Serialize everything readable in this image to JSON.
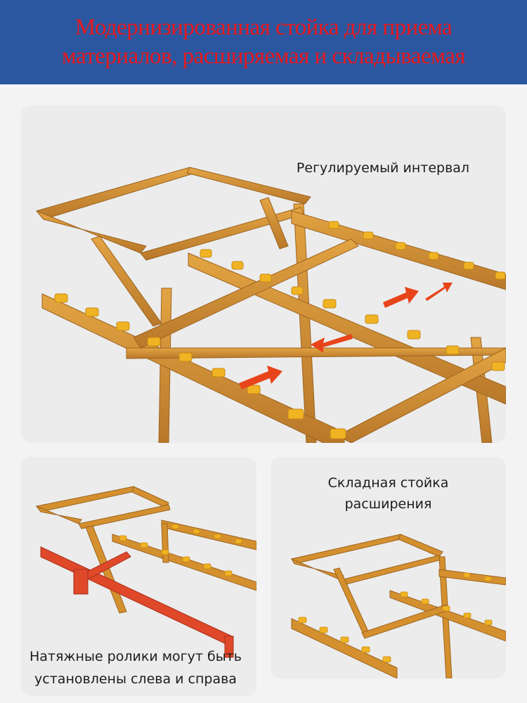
{
  "header": {
    "line1": "Модернизированная стойка для приема",
    "line2": "материалов, расширяемая и складываемая"
  },
  "captions": {
    "top": "Регулируемый интервал",
    "bottom_left_line1": "Натяжные ролики могут быть",
    "bottom_left_line2": "установлены слева и справа",
    "bottom_right_line1": "Складная стойка",
    "bottom_right_line2": "расширения"
  },
  "colors": {
    "header_bg": "#2b57a0",
    "header_text": "#e8191e",
    "frame": "#d4902e",
    "roller": "#f0b323",
    "arrow": "#e8441a",
    "highlight_rail": "#e0482a"
  }
}
